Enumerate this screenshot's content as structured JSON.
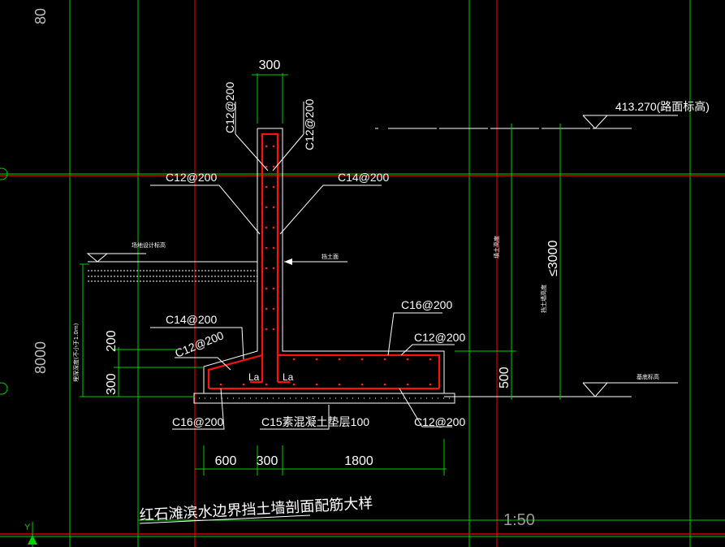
{
  "drawing": {
    "title": "红石滩滨水边界挡土墙剖面配筋大样",
    "scale": "1:50",
    "left_axis_value": "8000",
    "top_axis_value": "80"
  },
  "dimensions": {
    "wall_top_width": "300",
    "heel_length": "1800",
    "toe_length": "600",
    "stem_width": "300",
    "wall_height": "≤3000",
    "base_thickness": "500",
    "toe_step_200": "200",
    "toe_step_300": "300"
  },
  "rebar_labels": {
    "top_left": "C12@200",
    "top_right": "C12@200",
    "stem_left": "C12@200",
    "stem_right": "C14@200",
    "toe_top": "C14@200",
    "toe_slope": "C12@200",
    "heel_top_outer": "C16@200",
    "heel_top_inner": "C12@200",
    "toe_bottom": "C16@200",
    "heel_bottom": "C12@200",
    "cushion": "C15素混凝土垫层100"
  },
  "anchorage": {
    "la_left": "La",
    "la_right": "La"
  },
  "elevations": {
    "top": "413.270(路面标高)",
    "bottom_label": "基底标高",
    "ground_label": "场地设计标高"
  },
  "annotations": {
    "retaining_face": "挡土面",
    "backfill_note": "填土高度",
    "wall_height_note": "挡土墙高度",
    "embed_note": "埋深深度(不小于1.0m)"
  },
  "colors": {
    "background": "#000000",
    "concrete_outline": "#ffffff",
    "rebar": "#ff0000",
    "grid_green": "#00d000",
    "grid_red": "#ff0000"
  }
}
